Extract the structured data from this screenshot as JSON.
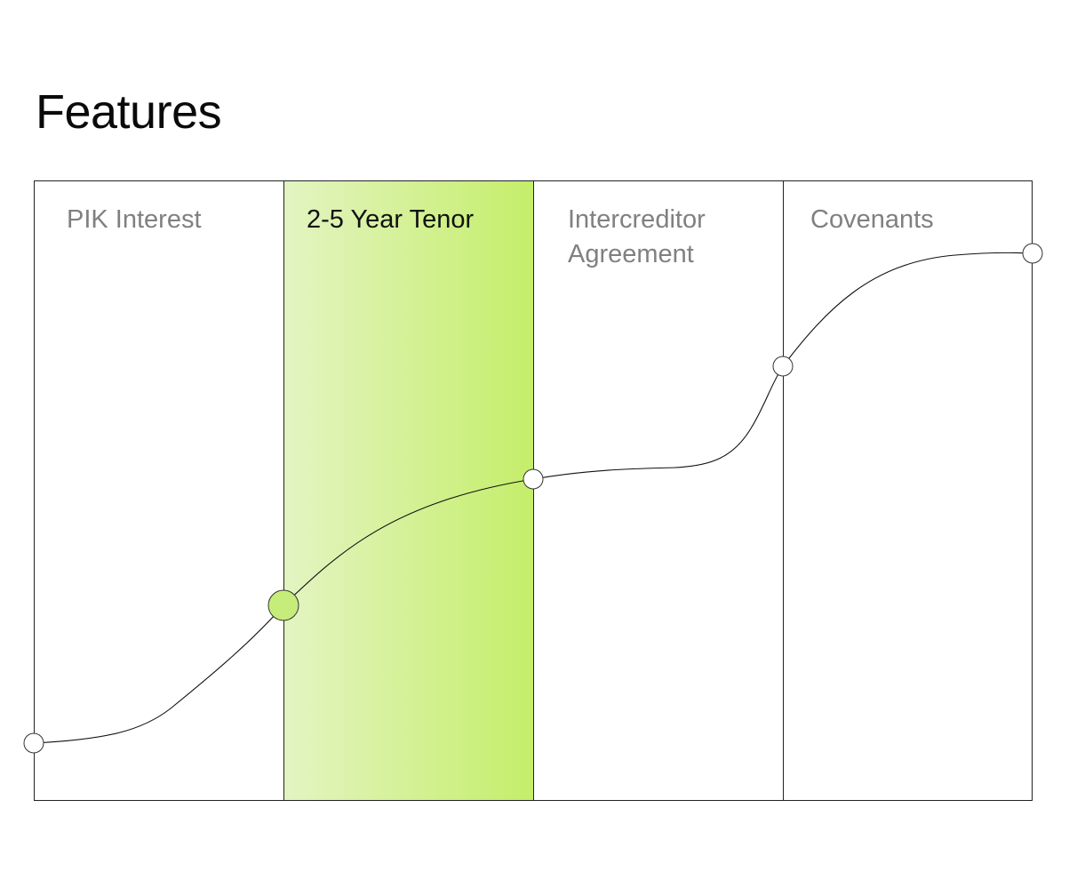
{
  "page": {
    "title": "Features"
  },
  "features": {
    "active_index": 1,
    "items": [
      {
        "label": "PIK Interest"
      },
      {
        "label": "2-5 Year Tenor"
      },
      {
        "label": "Intercreditor Agreement"
      },
      {
        "label": "Covenants"
      }
    ]
  },
  "colors": {
    "accent_light": "#e3f4c2",
    "accent": "#c5ee6a",
    "inactive_text": "#808080",
    "active_text": "#111111",
    "line": "#222222"
  }
}
